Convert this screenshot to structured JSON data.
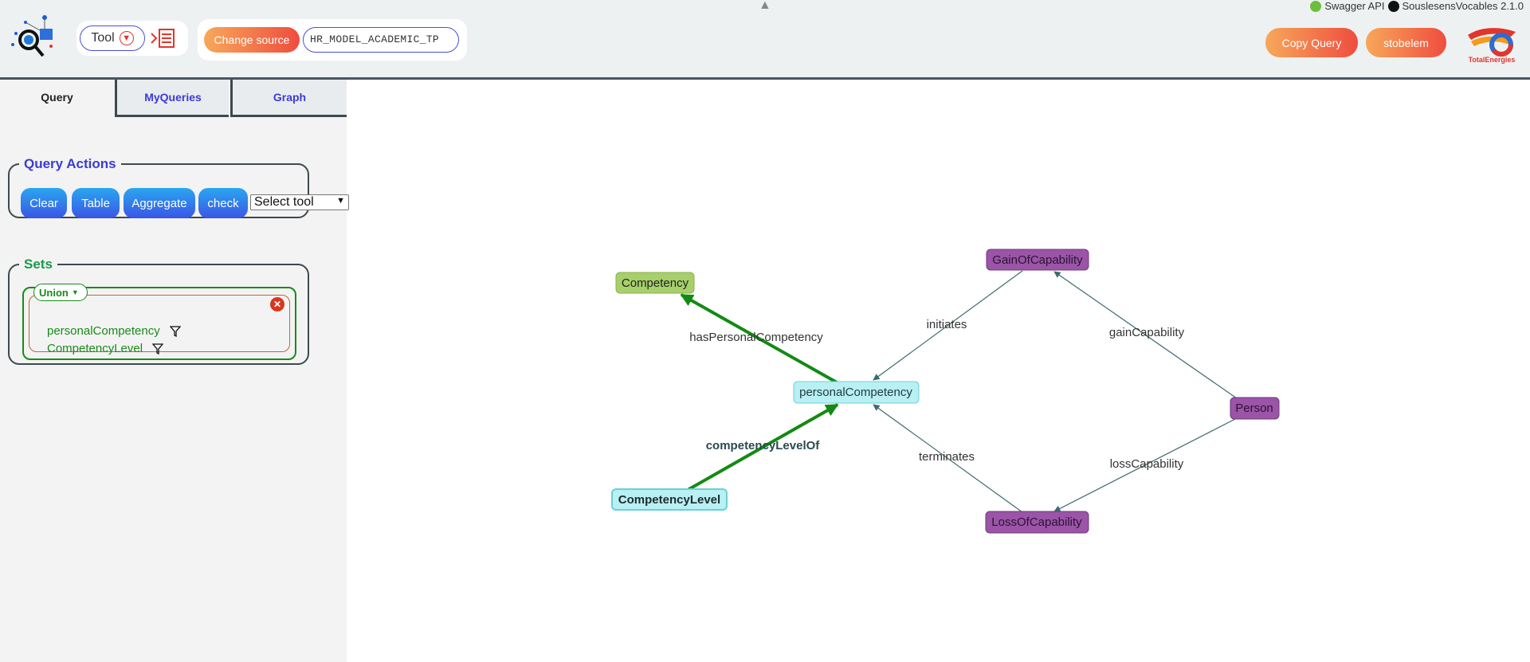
{
  "header": {
    "tool_label": "Tool",
    "change_source_label": "Change source",
    "source_value": "HR_MODEL_ACADEMIC_TP",
    "copy_query_label": "Copy Query",
    "user_label": "stobelem",
    "brand_name": "TotalEnergies",
    "swagger_label": "Swagger API",
    "app_version": "SouslesensVocables 2.1.0"
  },
  "tabs": [
    {
      "label": "Query"
    },
    {
      "label": "MyQueries"
    },
    {
      "label": "Graph"
    }
  ],
  "query_actions": {
    "title": "Query Actions",
    "buttons": [
      "Clear",
      "Table",
      "Aggregate",
      "check"
    ],
    "tool_select_value": "Select tool"
  },
  "sets": {
    "title": "Sets",
    "union_value": "Union",
    "items": [
      "personalCompetency",
      "CompetencyLevel"
    ]
  },
  "graph": {
    "nodes": {
      "competency": "Competency",
      "gain": "GainOfCapability",
      "personal": "personalCompetency",
      "person": "Person",
      "level": "CompetencyLevel",
      "loss": "LossOfCapability"
    },
    "edges": {
      "hasPersonalCompetency": "hasPersonalCompetency",
      "initiates": "initiates",
      "gainCapability": "gainCapability",
      "competencyLevelOf": "competencyLevelOf",
      "terminates": "terminates",
      "lossCapability": "lossCapability"
    },
    "colors": {
      "competency_fill": "#a7cf6b",
      "class_fill": "#9b54a8",
      "selected_fill": "#b8f0f4",
      "selected_edge": "#138a13",
      "edge": "#3b6a6e"
    }
  }
}
